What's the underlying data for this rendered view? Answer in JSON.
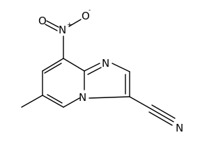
{
  "molecule": {
    "atoms": {
      "nitro_o_left": "O",
      "nitro_o_right": "O",
      "nitro_n": "N",
      "nitro_n_charge": "+",
      "nitro_o_charge": "-",
      "imidazole_n": "N",
      "bridgehead_n": "N",
      "nitrile_n": "N"
    }
  }
}
